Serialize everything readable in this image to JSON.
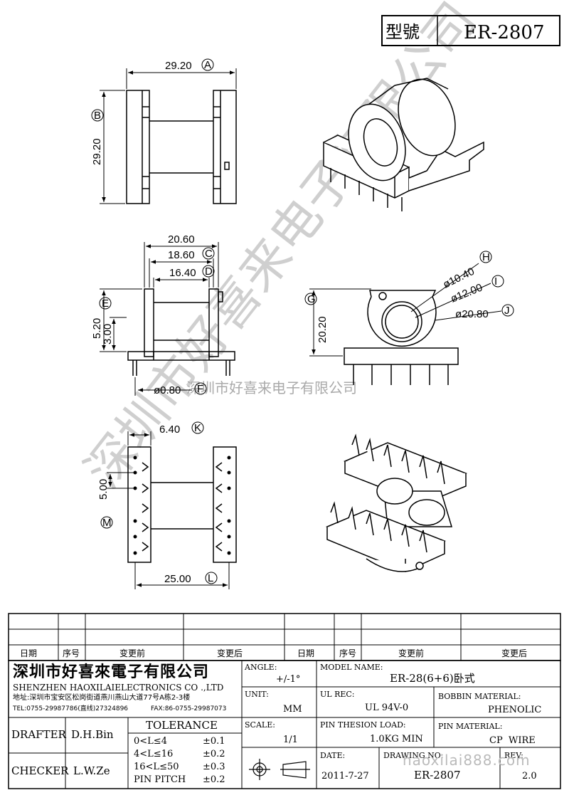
{
  "model_box": {
    "label": "型號",
    "value": "ER-2807"
  },
  "dims": {
    "A": {
      "value": "29.20",
      "letter": "A"
    },
    "B": {
      "value": "29.20",
      "letter": "B"
    },
    "total_width": "20.60",
    "C": {
      "value": "18.60",
      "letter": "C"
    },
    "D": {
      "value": "16.40",
      "letter": "D"
    },
    "E": {
      "value": "5.20",
      "letter": "E"
    },
    "h3": "3.00",
    "F": {
      "value": "ø0.80",
      "letter": "F"
    },
    "G": {
      "value": "20.20",
      "letter": "G"
    },
    "H": {
      "value": "ø10.40",
      "letter": "H"
    },
    "I": {
      "value": "ø12.00",
      "letter": "I"
    },
    "J": {
      "value": "ø20.80",
      "letter": "J"
    },
    "K": {
      "value": "6.40",
      "letter": "K"
    },
    "pitch": "5.00",
    "M": {
      "letter": "M"
    },
    "L": {
      "value": "25.00",
      "letter": "L"
    }
  },
  "watermark": {
    "diagonal": "深圳市好喜来电子有限公司",
    "horizontal": "深圳市好喜来电子有限公司"
  },
  "revision_table": {
    "headers": [
      "日期",
      "序号",
      "变更前",
      "变更后",
      "日期",
      "序号",
      "变更前",
      "变更后"
    ]
  },
  "title_block": {
    "company_cn": "深圳市好喜來電子有限公司",
    "company_en": "SHENZHEN HAOXILAIELECTRONICS CO .,LTD",
    "address": "地址:深圳市宝安区松岗街道燕川燕山大道77号A栋2-3楼",
    "tel": "TEL:0755-29987786(直线)27324896",
    "fax": "FAX:86-0755-29987073",
    "drafter_label": "DRAFTER",
    "drafter_value": "D.H.Bin",
    "checker_label": "CHECKER",
    "checker_value": "L.W.Ze",
    "tolerance_title": "TOLERANCE",
    "tolerance_rows": [
      {
        "range": "0<L≤4",
        "value": "±0.1"
      },
      {
        "range": "4<L≤16",
        "value": "±0.2"
      },
      {
        "range": "16<L≤50",
        "value": "±0.3"
      },
      {
        "range": "PIN PITCH",
        "value": "±0.2"
      }
    ],
    "angle_label": "ANGLE:",
    "angle_value": "+/-1°",
    "unit_label": "UNIT:",
    "unit_value": "MM",
    "scale_label": "SCALE:",
    "scale_value": "1/1",
    "model_name_label": "MODEL NAME:",
    "model_name_value": "ER-28(6+6)卧式",
    "ul_rec_label": "UL REC:",
    "ul_rec_value": "UL 94V-0",
    "bobbin_material_label": "BOBBIN MATERIAL:",
    "bobbin_material_value": "PHENOLIC",
    "pin_load_label": "PIN THESION LOAD:",
    "pin_load_value": "1.0KG MIN",
    "pin_material_label": "PIN MATERIAL:",
    "pin_material_value": "CP  WIRE",
    "date_label": "DATE:",
    "date_value": "2011-7-27",
    "drawing_no_label": "DRAWING NO:",
    "drawing_no_value": "ER-2807",
    "rev_label": "REV:",
    "rev_value": "2.0",
    "site_watermark": "haoxilai888.com"
  }
}
